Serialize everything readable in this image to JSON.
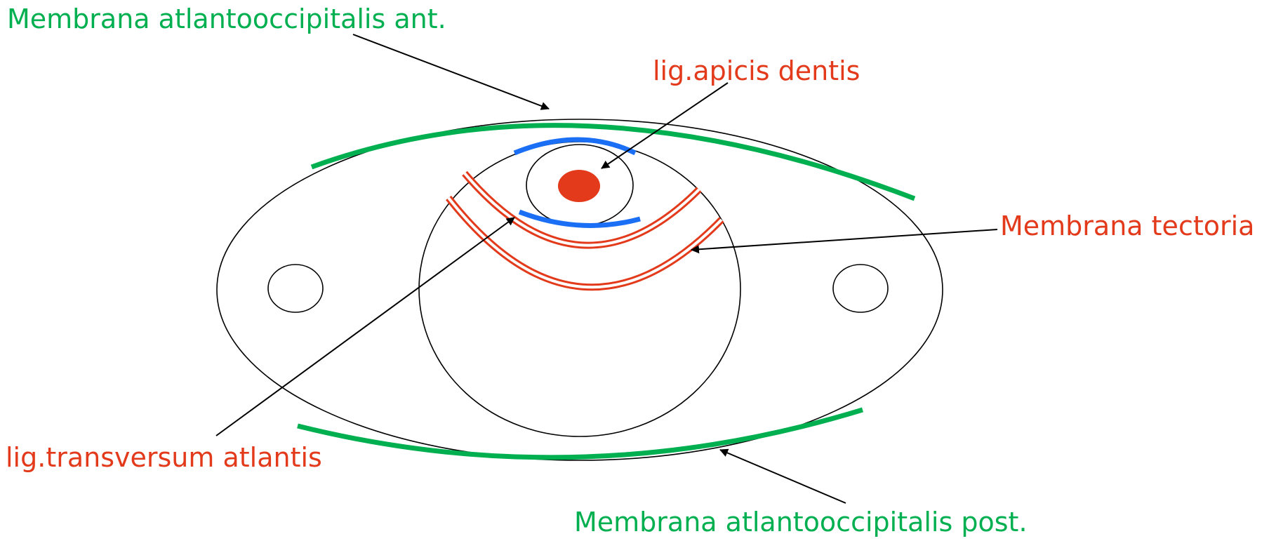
{
  "labels": {
    "membrana_ant": "Membrana atlantooccipitalis ant.",
    "lig_apicis": "lig.apicis dentis",
    "membrana_tectoria": "Membrana tectoria",
    "lig_transversum": "lig.transversum atlantis",
    "membrana_post": "Membrana atlantooccipitalis post."
  },
  "colors": {
    "green": "#00b050",
    "red": "#e23a1b",
    "blue": "#1a6ff5",
    "outline": "#000000"
  }
}
